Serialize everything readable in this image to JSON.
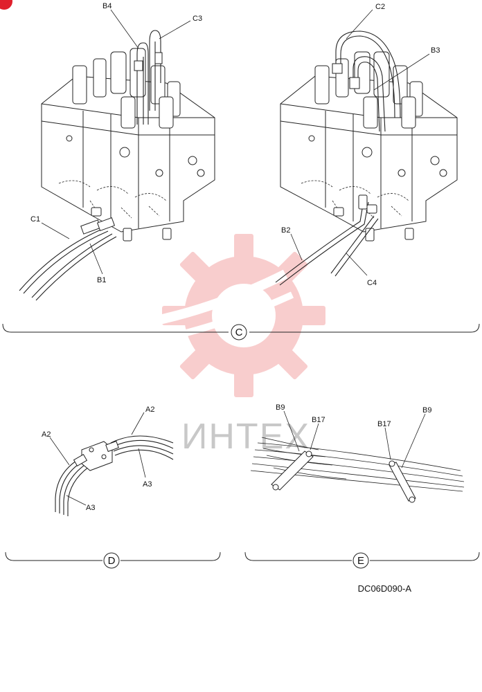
{
  "corner_badge": "",
  "watermark": {
    "text": "ИНТЕХ",
    "color": "#f5a0a0"
  },
  "sections": {
    "C": {
      "letter": "C",
      "labels": {
        "B4": "B4",
        "C3": "C3",
        "C2": "C2",
        "B3": "B3",
        "C1": "C1",
        "B1": "B1",
        "B2": "B2",
        "C4": "C4"
      }
    },
    "D": {
      "letter": "D",
      "labels": {
        "A2_left": "A2",
        "A2_right": "A2",
        "A3_left": "A3",
        "A3_right": "A3"
      }
    },
    "E": {
      "letter": "E",
      "labels": {
        "B9_left": "B9",
        "B17_left": "B17",
        "B17_right": "B17",
        "B9_right": "B9"
      }
    }
  },
  "figure_ref": "DC06D090-A",
  "colors": {
    "line": "#222222",
    "watermark": "#f5a0a0",
    "badge": "#e0202c"
  }
}
